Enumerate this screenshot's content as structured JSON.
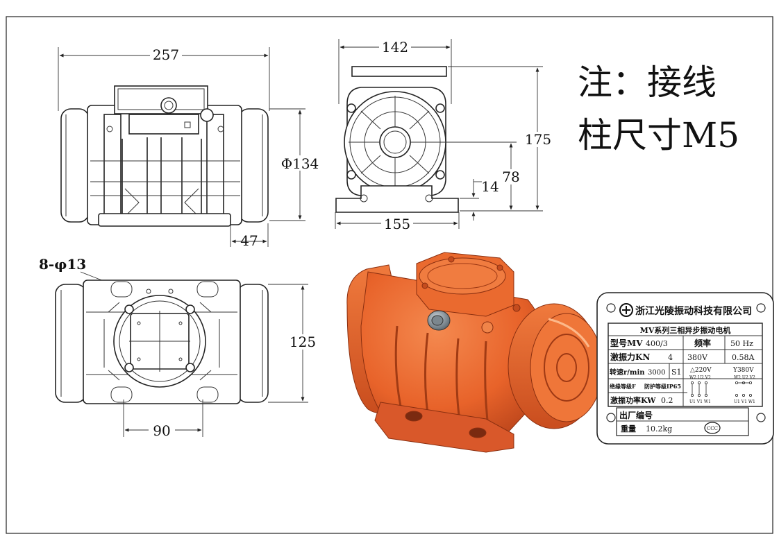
{
  "drawing": {
    "dimensions": {
      "front_width": "257",
      "front_height": "Φ134",
      "front_foot_offset": "47",
      "side_width_top": "142",
      "side_height": "175",
      "side_axis_height": "78",
      "side_foot_height": "14",
      "side_width_bottom": "155",
      "bottom_hole_spec": "8-φ13",
      "bottom_depth": "125",
      "bottom_hole_spacing": "90"
    },
    "note_line1": "注：接线",
    "note_line2": "柱尺寸M5",
    "motor_color": "#e8632a"
  },
  "nameplate": {
    "company": "浙江光陵振动科技有限公司",
    "series": "MV系列三相异步振动电机",
    "model_label": "型号MV",
    "model_value": "400/3",
    "freq_label": "频率",
    "freq_value": "50 Hz",
    "force_label": "激振力KN",
    "force_value": "4",
    "voltage": "380V",
    "current": "0.58A",
    "speed_label": "转速r/min",
    "speed_value": "3000",
    "duty": "S1",
    "delta_voltage": "△220V",
    "star_voltage": "Y380V",
    "insulation": "绝缘等级F",
    "protection": "防护等级IP65",
    "power_label": "激振功率KW",
    "power_value": "0.2",
    "terminals_top_delta": "W2 U2 V2",
    "terminals_top_star": "W2 U2 V2",
    "terminals_bottom_delta": "U1 V1 W1",
    "terminals_bottom_star": "U1 V1 W1",
    "serial_label": "出厂编号",
    "weight_label": "重量",
    "weight_value": "10.2kg",
    "ccc_mark": "CCC"
  }
}
